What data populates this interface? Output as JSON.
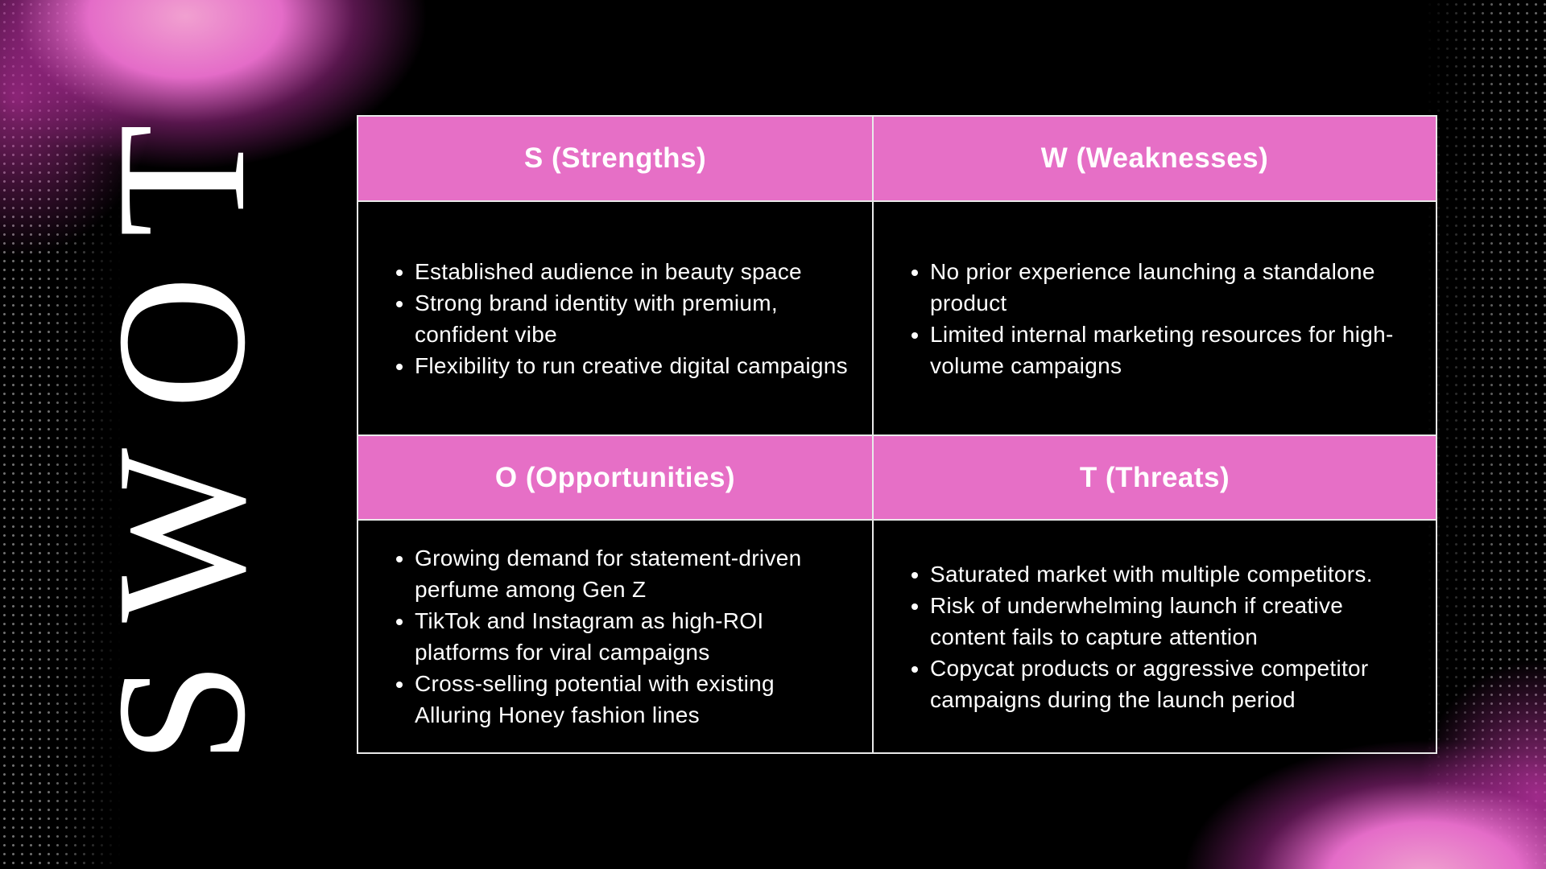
{
  "title": "SWOT",
  "colors": {
    "header": "#e66fc6",
    "background": "#000000",
    "text": "#ffffff"
  },
  "quadrants": [
    {
      "heading": "S (Strengths)",
      "items": [
        "Established audience in beauty space",
        "Strong brand identity with premium, confident vibe",
        "Flexibility to run creative digital campaigns"
      ]
    },
    {
      "heading": "W (Weaknesses)",
      "items": [
        "No prior experience launching a standalone product",
        "Limited internal marketing resources for high-volume campaigns"
      ]
    },
    {
      "heading": "O (Opportunities)",
      "items": [
        "Growing demand for statement-driven perfume among Gen Z",
        "TikTok and Instagram as high-ROI platforms for viral campaigns",
        "Cross-selling potential with existing Alluring Honey fashion lines"
      ]
    },
    {
      "heading": "T (Threats)",
      "items": [
        "Saturated market with multiple competitors.",
        "Risk of underwhelming launch if creative content fails to capture attention",
        "Copycat products or aggressive competitor campaigns during the launch period"
      ]
    }
  ]
}
